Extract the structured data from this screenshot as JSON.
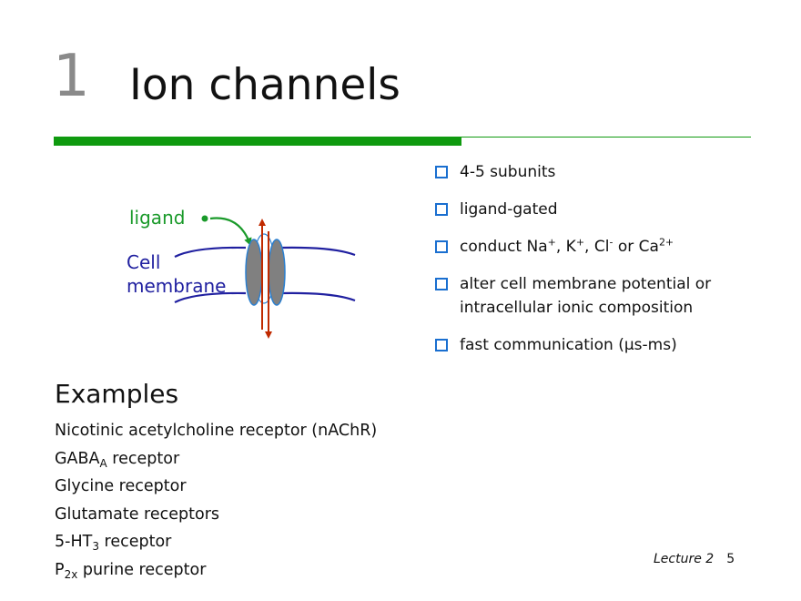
{
  "slide": {
    "number": "1",
    "title": "Ion channels"
  },
  "bullets": [
    {
      "text": "4-5 subunits"
    },
    {
      "text": "ligand-gated"
    },
    {
      "pre": "conduct Na",
      "sup1": "+",
      "mid1": ", K",
      "sup2": "+",
      "mid2": ", Cl",
      "sup3": "-",
      "mid3": " or Ca",
      "sup4": "2+"
    },
    {
      "line1": "alter cell membrane potential or",
      "line2": "intracellular ionic composition"
    },
    {
      "pre": "fast communication (",
      "mu": "μ",
      "post": "s-ms)"
    }
  ],
  "diagram": {
    "ligand_label": "ligand",
    "membrane_label_line1": "Cell",
    "membrane_label_line2": "membrane",
    "colors": {
      "ligand": "#1a9a2a",
      "membrane": "#2020a0",
      "channel_fill": "#808080",
      "channel_outline": "#2a7fd0",
      "ion_arrow": "#c02a00"
    }
  },
  "examples": {
    "heading": "Examples",
    "items": [
      {
        "text": "Nicotinic acetylcholine receptor (nAChR)"
      },
      {
        "pre": "GABA",
        "sub": "A",
        "post": " receptor"
      },
      {
        "text": "Glycine receptor"
      },
      {
        "text": "Glutamate receptors"
      },
      {
        "pre": "5-HT",
        "sub": "3",
        "post": " receptor"
      },
      {
        "pre": "P",
        "sub": "2x",
        "post": " purine receptor"
      }
    ]
  },
  "footer": {
    "lecture": "Lecture 2",
    "page": "5"
  },
  "colors": {
    "accent_green": "#0f9a0f",
    "bullet_blue": "#1a6fd0",
    "slide_number_gray": "#8a8a8a"
  }
}
